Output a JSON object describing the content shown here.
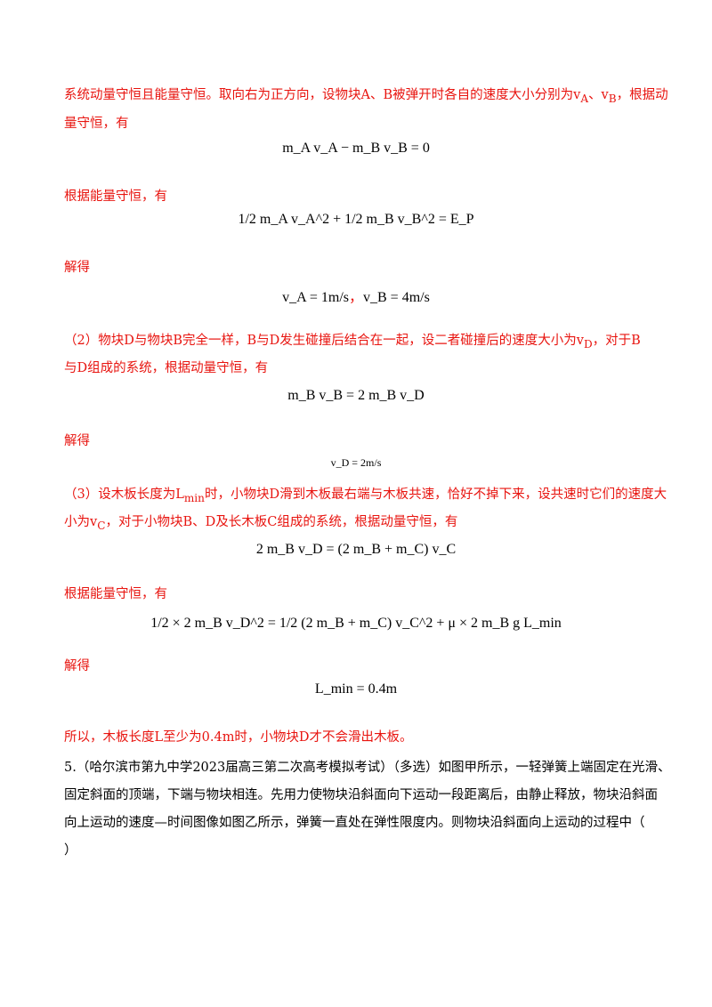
{
  "doc": {
    "p1a": "系统动量守恒且能量守恒。取向右为正方向，设物块A、B被弹开时各自的速度大小分别为v",
    "p1b": "A",
    "p1c": "、v",
    "p1d": "B",
    "p1e": "，根据动",
    "p1f": "量守恒，有",
    "eq1": "m_A v_A − m_B v_B = 0",
    "p2": "根据能量守恒，有",
    "eq2": "1/2 m_A v_A^2 + 1/2 m_B v_B^2 = E_P",
    "p3": "解得",
    "eq3a": "v_A = 1m/s",
    "eq3b": "v_B = 4m/s",
    "p4a": "（2）物块D与物块B完全一样，B与D发生碰撞后结合在一起，设二者碰撞后的速度大小为v",
    "p4b": "D",
    "p4c": "，对于B",
    "p4d": "与D组成的系统，根据动量守恒，有",
    "eq4": "m_B v_B = 2 m_B v_D",
    "p5": "解得",
    "eq5": "v_D = 2m/s",
    "p6a": "（3）设木板长度为L",
    "p6b": "min",
    "p6c": "时，小物块D滑到木板最右端与木板共速，恰好不掉下来，设共速时它们的速度大",
    "p6d": "小为v",
    "p6e": "C",
    "p6f": "，对于小物块B、D及长木板C组成的系统，根据动量守恒，有",
    "eq6": "2 m_B v_D = (2 m_B + m_C) v_C",
    "p7": "根据能量守恒，有",
    "eq7": "1/2 × 2 m_B v_D^2 = 1/2 (2 m_B + m_C) v_C^2 + μ × 2 m_B g L_min",
    "p8": "解得",
    "eq8": "L_min = 0.4m",
    "p9": "所以，木板长度L至少为0.4m时，小物块D才不会滑出木板。",
    "q5a": "5.（哈尔滨市第九中学2023届高三第二次高考模拟考试）（多选）如图甲所示，一轻弹簧上端固定在光滑、",
    "q5b": "固定斜面的顶端，下端与物块相连。先用力使物块沿斜面向下运动一段距离后，由静止释放，物块沿斜面",
    "q5c": "向上运动的速度—时间图像如图乙所示，弹簧一直处在弹性限度内。则物块沿斜面向上运动的过程中（",
    "q5d": "）"
  },
  "colors": {
    "answer": "#e8140f",
    "question": "#000000"
  }
}
